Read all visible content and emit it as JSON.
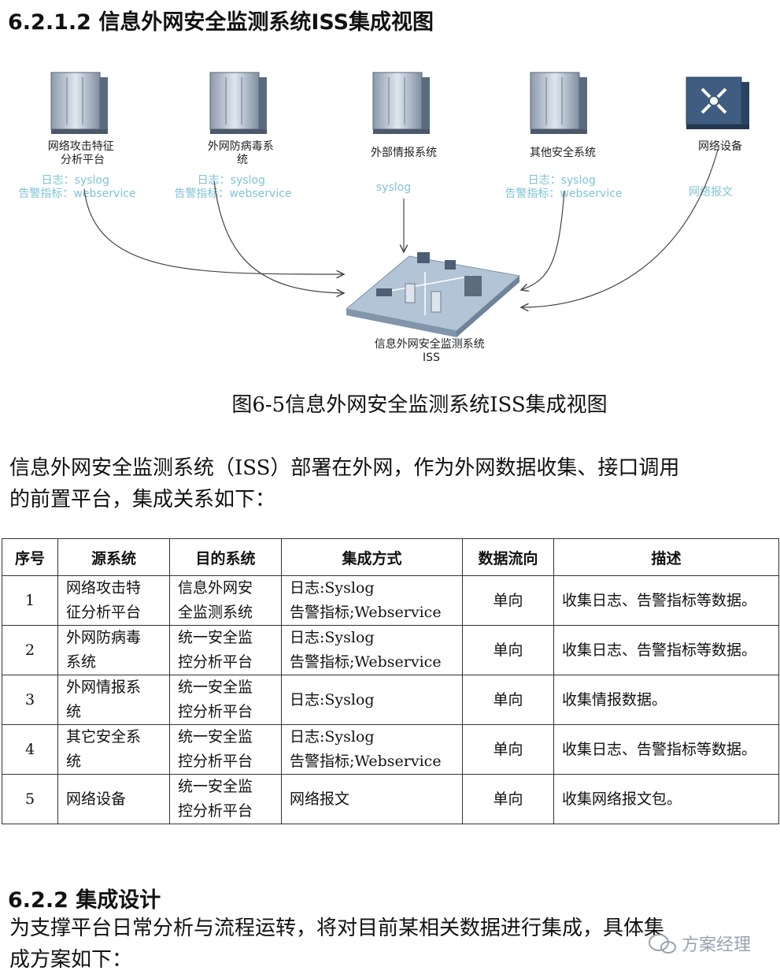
{
  "heading1": "6.2.1.2 信息外网安全监测系统ISS集成视图",
  "diagram": {
    "nodes": [
      {
        "label_lines": [
          "网络攻击特征",
          "分析平台"
        ],
        "meta": [
          "日志：syslog",
          "告警指标：webservice"
        ]
      },
      {
        "label_lines": [
          "外网防病毒系",
          "统"
        ],
        "meta": [
          "日志：syslog",
          "告警指标：webservice"
        ]
      },
      {
        "label_lines": [
          "外部情报系统"
        ],
        "meta": [
          "syslog"
        ]
      },
      {
        "label_lines": [
          "其他安全系统"
        ],
        "meta": [
          "日志：syslog",
          "告警指标：webservice"
        ]
      },
      {
        "label_lines": [
          "网络设备"
        ],
        "meta": [
          "网络报文"
        ]
      }
    ],
    "center_label_lines": [
      "信息外网安全监测系统",
      "ISS"
    ]
  },
  "caption": "图6-5信息外网安全监测系统ISS集成视图",
  "para1_lines": [
    "信息外网安全监测系统（ISS）部署在外网，作为外网数据收集、接口调用",
    "的前置平台，集成关系如下："
  ],
  "table": {
    "headers": [
      "序号",
      "源系统",
      "目的系统",
      "集成方式",
      "数据流向",
      "描述"
    ],
    "rows": [
      {
        "no": "1",
        "src": [
          "网络攻击特",
          "征分析平台"
        ],
        "dst": [
          "信息外网安",
          "全监测系统"
        ],
        "method": [
          "日志:Syslog",
          "告警指标;Webservice"
        ],
        "flow": "单向",
        "desc": "收集日志、告警指标等数据。"
      },
      {
        "no": "2",
        "src": [
          "外网防病毒",
          "系统"
        ],
        "dst": [
          "统一安全监",
          "控分析平台"
        ],
        "method": [
          "日志:Syslog",
          "告警指标;Webservice"
        ],
        "flow": "单向",
        "desc": "收集日志、告警指标等数据。"
      },
      {
        "no": "3",
        "src": [
          "外网情报系",
          "统"
        ],
        "dst": [
          "统一安全监",
          "控分析平台"
        ],
        "method": [
          "日志:Syslog"
        ],
        "flow": "单向",
        "desc": "收集情报数据。"
      },
      {
        "no": "4",
        "src": [
          "其它安全系",
          "统"
        ],
        "dst": [
          "统一安全监",
          "控分析平台"
        ],
        "method": [
          "日志:Syslog",
          "告警指标;Webservice"
        ],
        "flow": "单向",
        "desc": "收集日志、告警指标等数据。"
      },
      {
        "no": "5",
        "src": [
          "网络设备"
        ],
        "dst": [
          "统一安全监",
          "控分析平台"
        ],
        "method": [
          "网络报文"
        ],
        "flow": "单向",
        "desc": "收集网络报文包。"
      }
    ]
  },
  "heading2": "6.2.2 集成设计",
  "para2_lines": [
    "为支撑平台日常分析与流程运转，将对目前某相关数据进行集成，具体集",
    "成方案如下："
  ],
  "watermark": "方案经理",
  "colors": {
    "server_body": "#c9d3de",
    "server_dark": "#5b6b7d",
    "platform": "#aebfd0",
    "meta_text": "#7fc4d8"
  }
}
